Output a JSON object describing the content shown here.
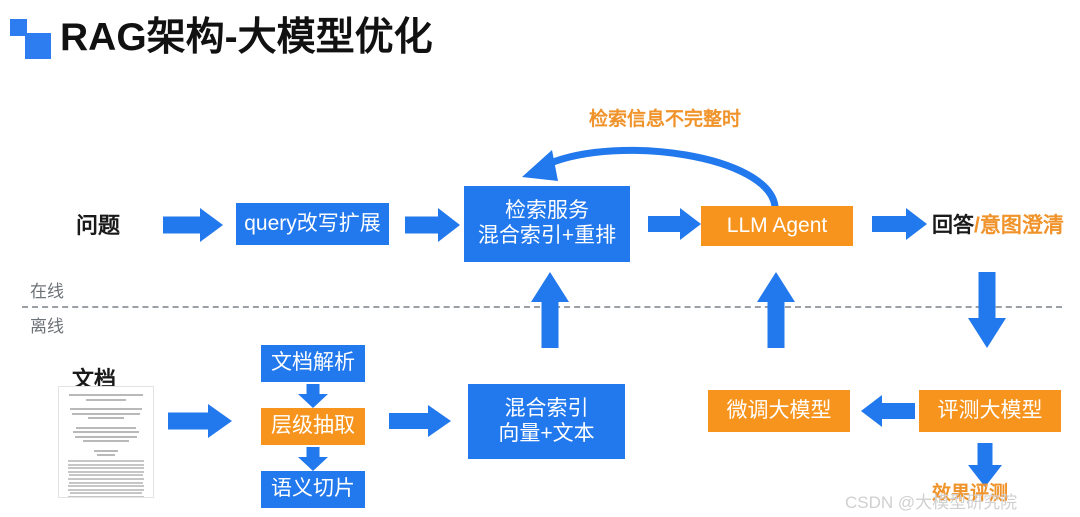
{
  "header": {
    "title": "RAG架构-大模型优化",
    "logo_icon": "two-squares-logo-icon",
    "accent_blue": "#2278ed",
    "accent_orange": "#f7941d"
  },
  "divider": {
    "online_label": "在线",
    "offline_label": "离线"
  },
  "online_flow": {
    "input_label": "问题",
    "nodes": [
      {
        "id": "query-rewrite",
        "label": "query改写扩展",
        "color": "#2278ed"
      },
      {
        "id": "retrieval-service",
        "line1": "检索服务",
        "line2": "混合索引+重排",
        "color": "#2278ed"
      },
      {
        "id": "llm-agent",
        "label": "LLM Agent",
        "color": "#f7941d"
      }
    ],
    "output_label_primary": "回答",
    "output_label_secondary": "/意图澄清"
  },
  "feedback": {
    "label": "检索信息不完整时",
    "color": "#f0932b"
  },
  "offline_flow": {
    "source_label": "文档",
    "document_thumbnail_icon": "paper-document-icon",
    "pipeline": [
      {
        "id": "doc-parse",
        "label": "文档解析",
        "color": "#2278ed"
      },
      {
        "id": "hierarchy-extract",
        "label": "层级抽取",
        "color": "#f7941d"
      },
      {
        "id": "semantic-chunk",
        "label": "语义切片",
        "color": "#2278ed"
      }
    ],
    "index_node": {
      "id": "hybrid-index",
      "line1": "混合索引",
      "line2": "向量+文本",
      "color": "#2278ed"
    },
    "model_nodes": [
      {
        "id": "finetune-model",
        "label": "微调大模型",
        "color": "#f7941d"
      },
      {
        "id": "evaluate-model",
        "label": "评测大模型",
        "color": "#f7941d"
      }
    ],
    "evaluation_label": "效果评测"
  },
  "watermark": {
    "text": "CSDN @大模型研究院"
  }
}
